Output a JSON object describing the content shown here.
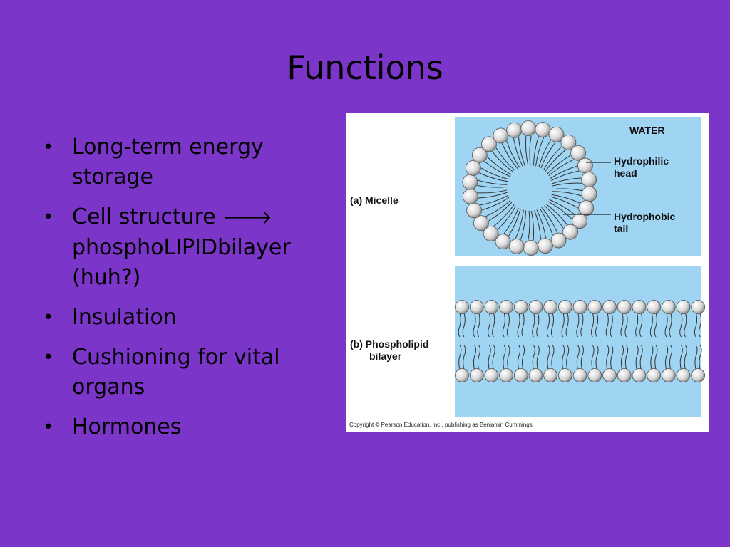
{
  "slide": {
    "title": "Functions",
    "bullets": [
      {
        "text": "Long-term energy storage"
      },
      {
        "text": "Cell structure ",
        "arrow": "🡒",
        "cont": "phosphoLIPIDbilayer (huh?)"
      },
      {
        "text": "Insulation"
      },
      {
        "text": "Cushioning for vital organs"
      },
      {
        "text": "Hormones"
      }
    ],
    "bullet_glyph": "•"
  },
  "figure": {
    "water_label": "WATER",
    "micelle_label": "(a) Micelle",
    "hydrophilic_label_1": "Hydrophilic",
    "hydrophilic_label_2": "head",
    "hydrophobic_label_1": "Hydrophobic",
    "hydrophobic_label_2": "tail",
    "bilayer_label_1": "(b) Phospholipid",
    "bilayer_label_2": "bilayer",
    "copyright": "Copyright © Pearson Education, Inc., publishing as Benjamin Cummings.",
    "colors": {
      "water": "#9fd4f2",
      "head": "#e2e2e2",
      "tail": "#333333"
    }
  }
}
